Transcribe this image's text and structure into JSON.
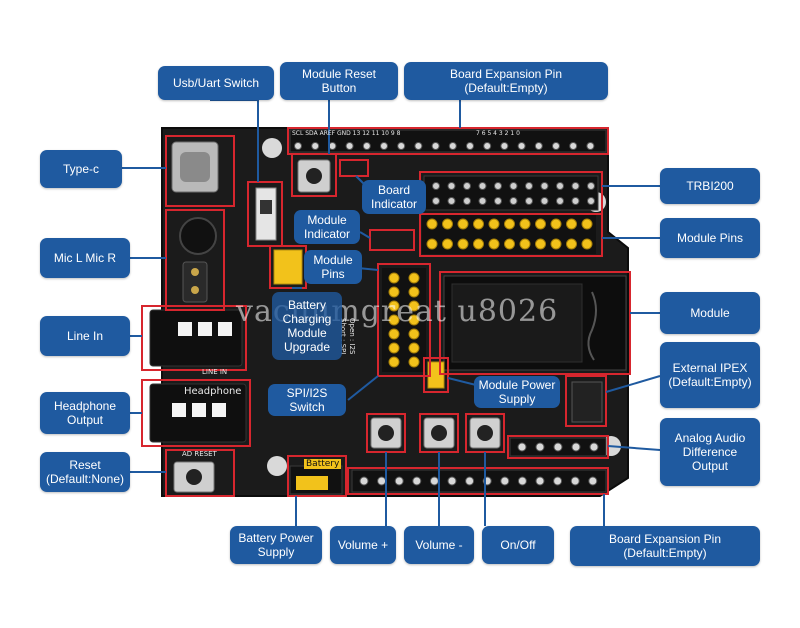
{
  "labels": {
    "usb_uart_switch": "Usb/Uart Switch",
    "module_reset_button": "Module Reset\nButton",
    "board_expansion_pin_top": "Board Expansion Pin\n(Default:Empty)",
    "type_c": "Type-c",
    "trbi200": "TRBI200",
    "board_indicator": "Board\nIndicator",
    "module_indicator": "Module\nIndicator",
    "module_pins_left": "Module\nPins",
    "module_pins_right": "Module Pins",
    "mic_l_mic_r": "Mic L   Mic R",
    "battery_charging_module_upgrade": "Battery\nCharging\nModule\nUpgrade",
    "module": "Module",
    "line_in": "Line In",
    "external_ipex": "External IPEX\n(Default:Empty)",
    "module_power_supply": "Module Power\nSupply",
    "spi_i2s_switch": "SPI/I2S\nSwitch",
    "headphone_output": "Headphone\nOutput",
    "analog_audio_difference_output": "Analog Audio\nDifference Output",
    "reset_default_none": "Reset\n(Default:None)",
    "battery_power_supply": "Battery Power\nSupply",
    "volume_plus": "Volume +",
    "volume_minus": "Volume -",
    "on_off": "On/Off",
    "board_expansion_pin_bottom": "Board Expansion Pin\n(Default:Empty)"
  },
  "board_silkscreen": {
    "headphone": "Headphone",
    "line_in": "LINE IN",
    "ad_reset": "AD RESET",
    "battery": "Battery",
    "open_i2s": "Open : I2S",
    "short_spi": "Short : SPI",
    "top_header": "SCL SDA AREF GND 13 12 11 10 9 8",
    "digital_header": "7 6 5 4 3 2 1 0"
  },
  "watermark": "vacuumgreat u8026",
  "colors": {
    "callout_blue": "#1f5aa0",
    "highlight_red": "#d7262e",
    "board_black": "#1b1b1b",
    "pin_yellow": "#f2c21b"
  }
}
